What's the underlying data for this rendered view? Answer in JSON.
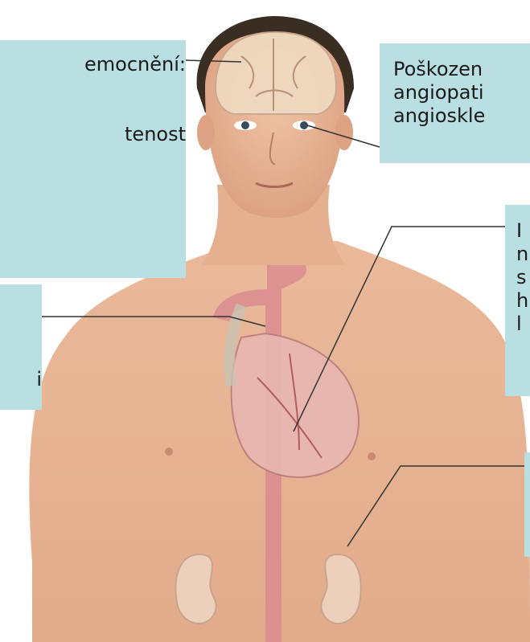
{
  "illustration": {
    "subject": "male-torso-with-organ-overlays",
    "organs": [
      "brain",
      "eye",
      "heart",
      "aorta",
      "kidneys"
    ]
  },
  "colors": {
    "callout_background": "#b9dfe3",
    "leader_line": "#333333",
    "skin": "#e7b596",
    "hair": "#3a2d22"
  },
  "callouts": {
    "brain": {
      "text": "emocnění:\n\n\ntenost"
    },
    "eye": {
      "text": "Poškozen\nangiopati\nangioskle"
    },
    "heart": {
      "text": "I\nn\ns\nh\nl"
    },
    "aorta": {
      "text": "i"
    },
    "kidney": {
      "text": ""
    }
  }
}
